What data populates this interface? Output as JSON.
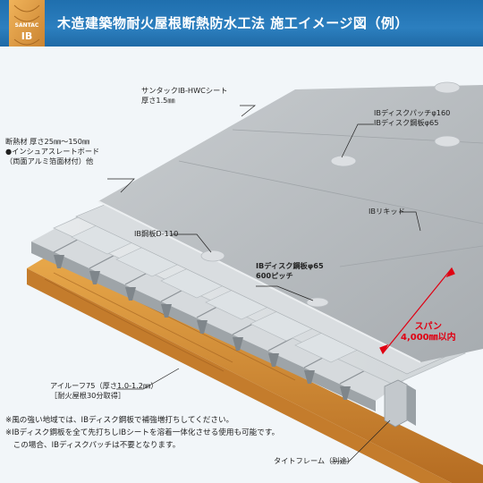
{
  "header": {
    "title": "木造建築物耐火屋根断熱防水工法 施工イメージ図（例）",
    "logo_text": "SANTAC IB"
  },
  "labels": {
    "sheet_line1": "サンタックIB-HWCシート",
    "sheet_line2": "厚さ1.5㎜",
    "patch": "IBディスクパッチφ160",
    "disk": "IBディスク鋼板φ65",
    "insul_line1": "断熱材 厚さ25㎜～150㎜",
    "insul_line2": "●インシュアスレートボード",
    "insul_line3": "（両面アルミ箔面材付）他",
    "liquid": "IBリキッド",
    "steel": "IB鋼板D-110",
    "disk_pitch_line1": "IBディスク鋼板φ65",
    "disk_pitch_line2": "600ピッチ",
    "span_line1": "スパン",
    "span_line2": "4,000㎜以内",
    "deck_line1": "アイルーフ75（厚さ1.0-1.2㎜）",
    "deck_line2": "［耐火屋根30分取得］",
    "frame": "タイトフレーム（別途）"
  },
  "notes": [
    "※風の強い地域では、IBディスク鋼板で補強増打ちしてください。",
    "※IBディスク鋼板を全て先打ちしIBシートを溶着一体化させる使用も可能です。",
    "　この場合、IBディスクパッチは不要となります。"
  ],
  "colors": {
    "header": "#2474b3",
    "span_red": "#e00012"
  }
}
